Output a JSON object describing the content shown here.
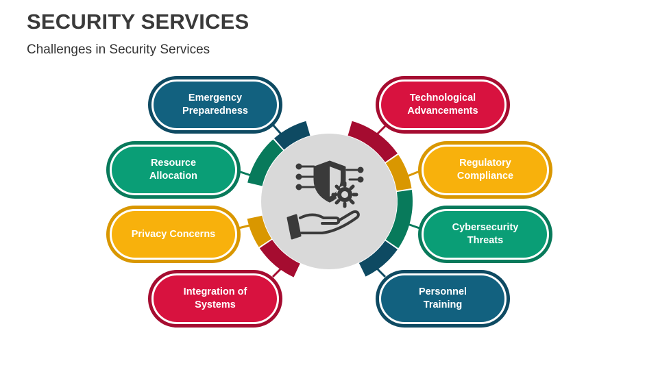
{
  "header": {
    "title": "SECURITY SERVICES",
    "subtitle": "Challenges in Security Services"
  },
  "colors": {
    "blue": "#12617f",
    "blue_dark": "#0e4a62",
    "green": "#0a9e76",
    "green_dark": "#087a5b",
    "yellow": "#f8b10c",
    "yellow_dark": "#d99700",
    "red": "#d8123f",
    "red_dark": "#a50c30",
    "center_fill": "#d9d9d9",
    "icon": "#3a3a3a"
  },
  "center": {
    "icon": "shield-gear-hand-icon"
  },
  "items": [
    {
      "label": "Emergency Preparedness",
      "color": "blue"
    },
    {
      "label": "Resource Allocation",
      "color": "green"
    },
    {
      "label": "Privacy Concerns",
      "color": "yellow"
    },
    {
      "label": "Integration of Systems",
      "color": "red"
    },
    {
      "label": "Technological Advancements",
      "color": "red"
    },
    {
      "label": "Regulatory Compliance",
      "color": "yellow"
    },
    {
      "label": "Cybersecurity Threats",
      "color": "green"
    },
    {
      "label": "Personnel Training",
      "color": "blue"
    }
  ]
}
